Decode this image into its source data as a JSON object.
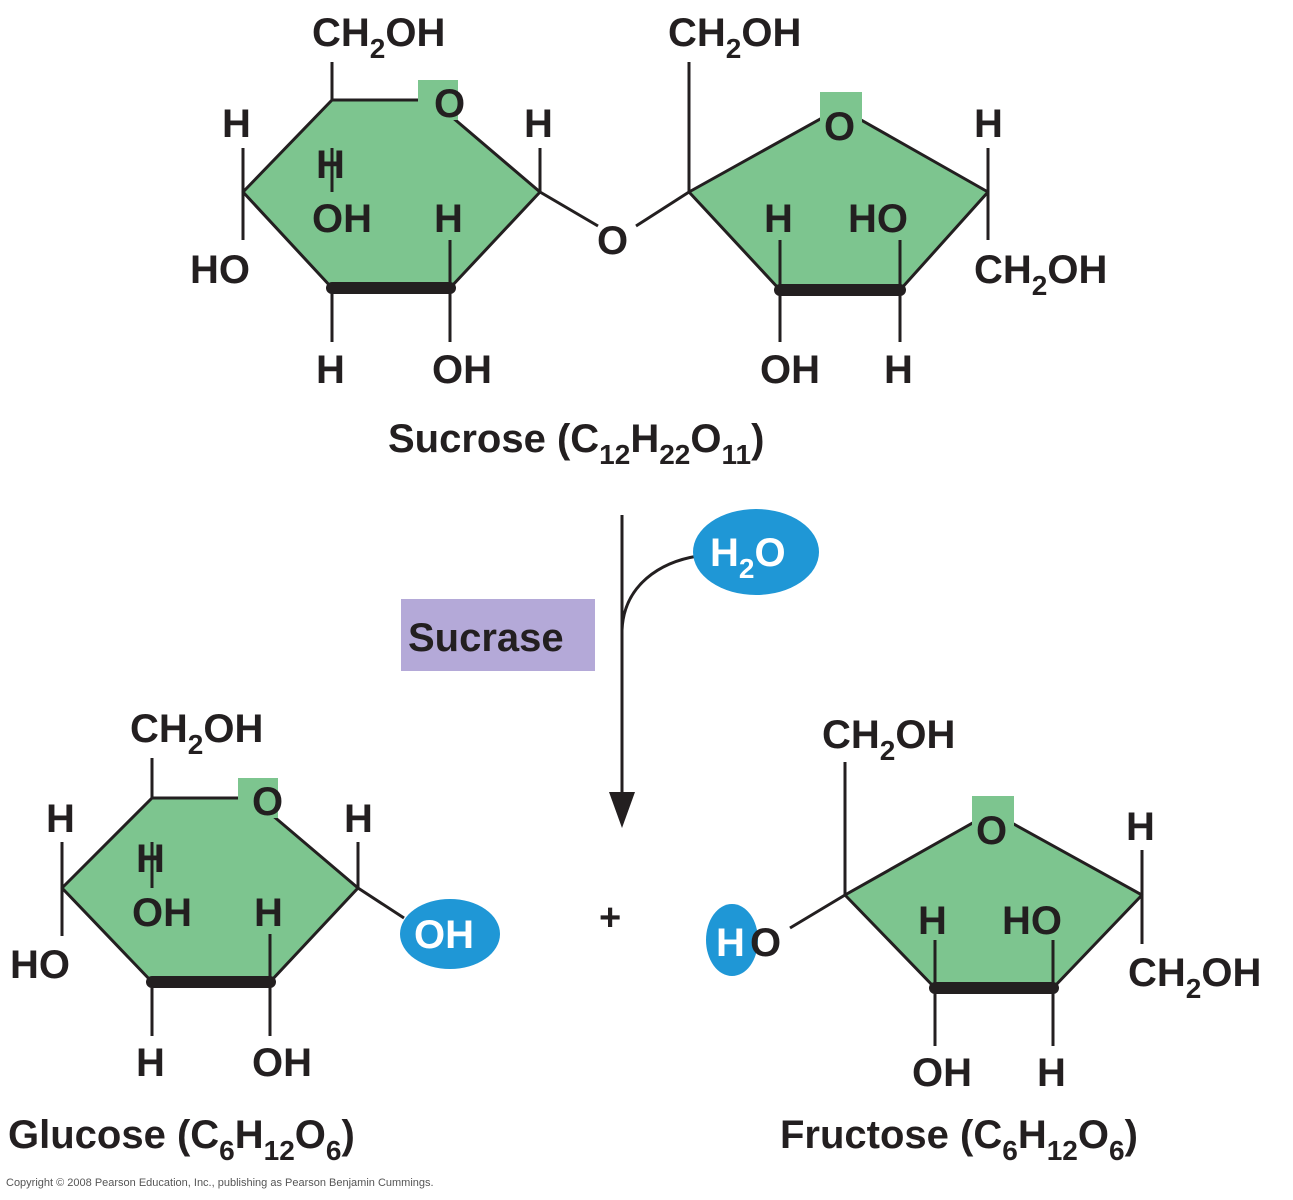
{
  "colors": {
    "ring_fill": "#7dc58f",
    "water_blue": "#1f97d6",
    "enzyme_bg": "#b4a9d8",
    "ink": "#231f20"
  },
  "sucrose": {
    "glucose_unit": {
      "ch2oh": "CH2OH",
      "ring_o": "O",
      "h_left_top": "H",
      "h_inner": "H",
      "oh_inner": "OH",
      "h_inner_right": "H",
      "h_right": "H",
      "ho_left": "HO",
      "h_bottom": "H",
      "oh_bottom": "OH"
    },
    "bridge_o": "O",
    "fructose_unit": {
      "ch2oh_top": "CH2OH",
      "ring_o": "O",
      "h_right": "H",
      "h_inner": "H",
      "ho_inner": "HO",
      "ch2oh_right": "CH2OH",
      "oh_bottom": "OH",
      "h_bottom": "H"
    },
    "caption": {
      "name": "Sucrose (C",
      "s1": "12",
      "h": "H",
      "s2": "22",
      "o": "O",
      "s3": "11",
      "close": ")"
    }
  },
  "reaction": {
    "water": {
      "h": "H",
      "sub": "2",
      "o": "O"
    },
    "enzyme": "Sucrase",
    "plus": "+"
  },
  "glucose": {
    "ch2oh": "CH2OH",
    "ring_o": "O",
    "h_left_top": "H",
    "h_inner": "H",
    "oh_inner": "OH",
    "h_inner_right": "H",
    "h_right": "H",
    "oh_highlight": "OH",
    "ho_left": "HO",
    "h_bottom": "H",
    "oh_bottom": "OH",
    "caption": {
      "name": "Glucose (C",
      "s1": "6",
      "h": "H",
      "s2": "12",
      "o": "O",
      "s3": "6",
      "close": ")"
    }
  },
  "fructose": {
    "ch2oh_top": "CH2OH",
    "ring_o": "O",
    "h_right": "H",
    "h_highlight": "H",
    "o_left": "O",
    "h_inner": "H",
    "ho_inner": "HO",
    "ch2oh_right": "CH2OH",
    "oh_bottom": "OH",
    "h_bottom": "H",
    "caption": {
      "name": "Fructose  (C",
      "s1": "6",
      "h": "H",
      "s2": "12",
      "o": "O",
      "s3": "6",
      "close": ")"
    }
  },
  "copyright": "Copyright © 2008 Pearson Education, Inc., publishing as Pearson Benjamin Cummings."
}
